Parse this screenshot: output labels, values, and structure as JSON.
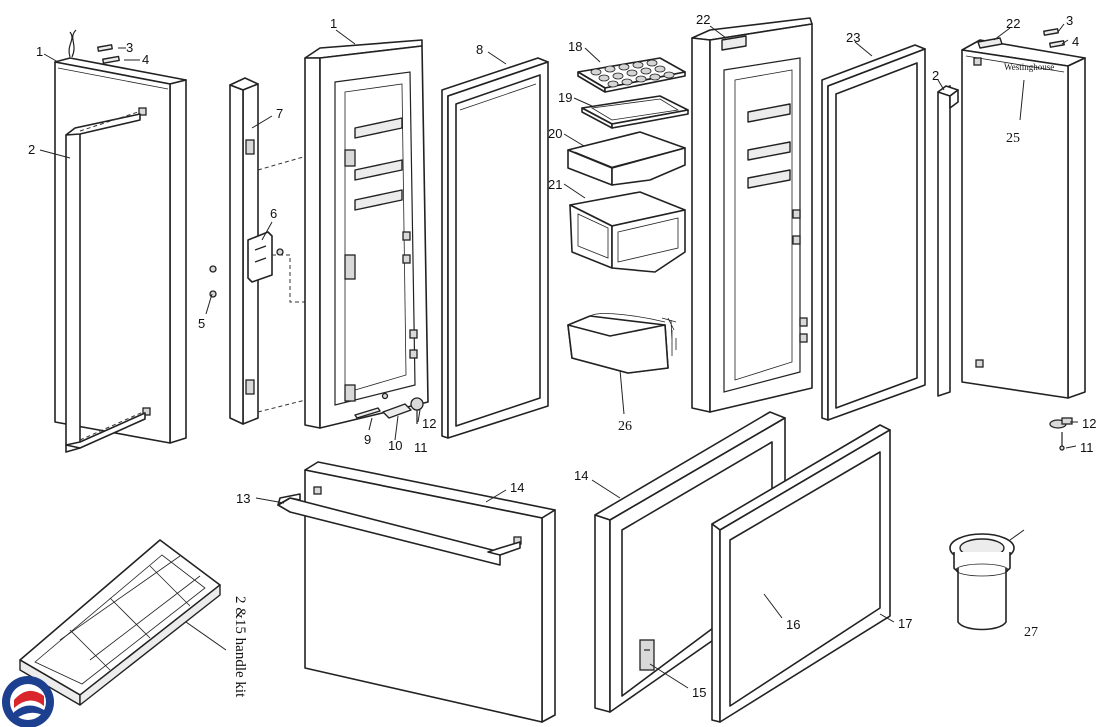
{
  "brand": "Westinghouse",
  "kit_label": "2 &15 handle kit",
  "labels": {
    "c1": "1",
    "c2": "2",
    "c3": "3",
    "c4": "4",
    "c5": "5",
    "c6": "6",
    "c7": "7",
    "c8": "8",
    "c9": "9",
    "c10": "10",
    "c11": "11",
    "c12": "12",
    "c13": "13",
    "c14": "14",
    "c17": "17",
    "c18": "18",
    "c19": "19",
    "c20": "20",
    "c21": "21",
    "c22": "22",
    "c23": "23",
    "r1": "1",
    "r3": "3",
    "r4": "4",
    "r2": "2",
    "r22": "22",
    "r12": "12",
    "r11": "11",
    "p14": "14",
    "p15": "15",
    "p16": "16",
    "p25": "25",
    "p26": "26",
    "p27": "27"
  },
  "colors": {
    "logo_blue": "#1d3f8f",
    "logo_red": "#d8262c"
  }
}
